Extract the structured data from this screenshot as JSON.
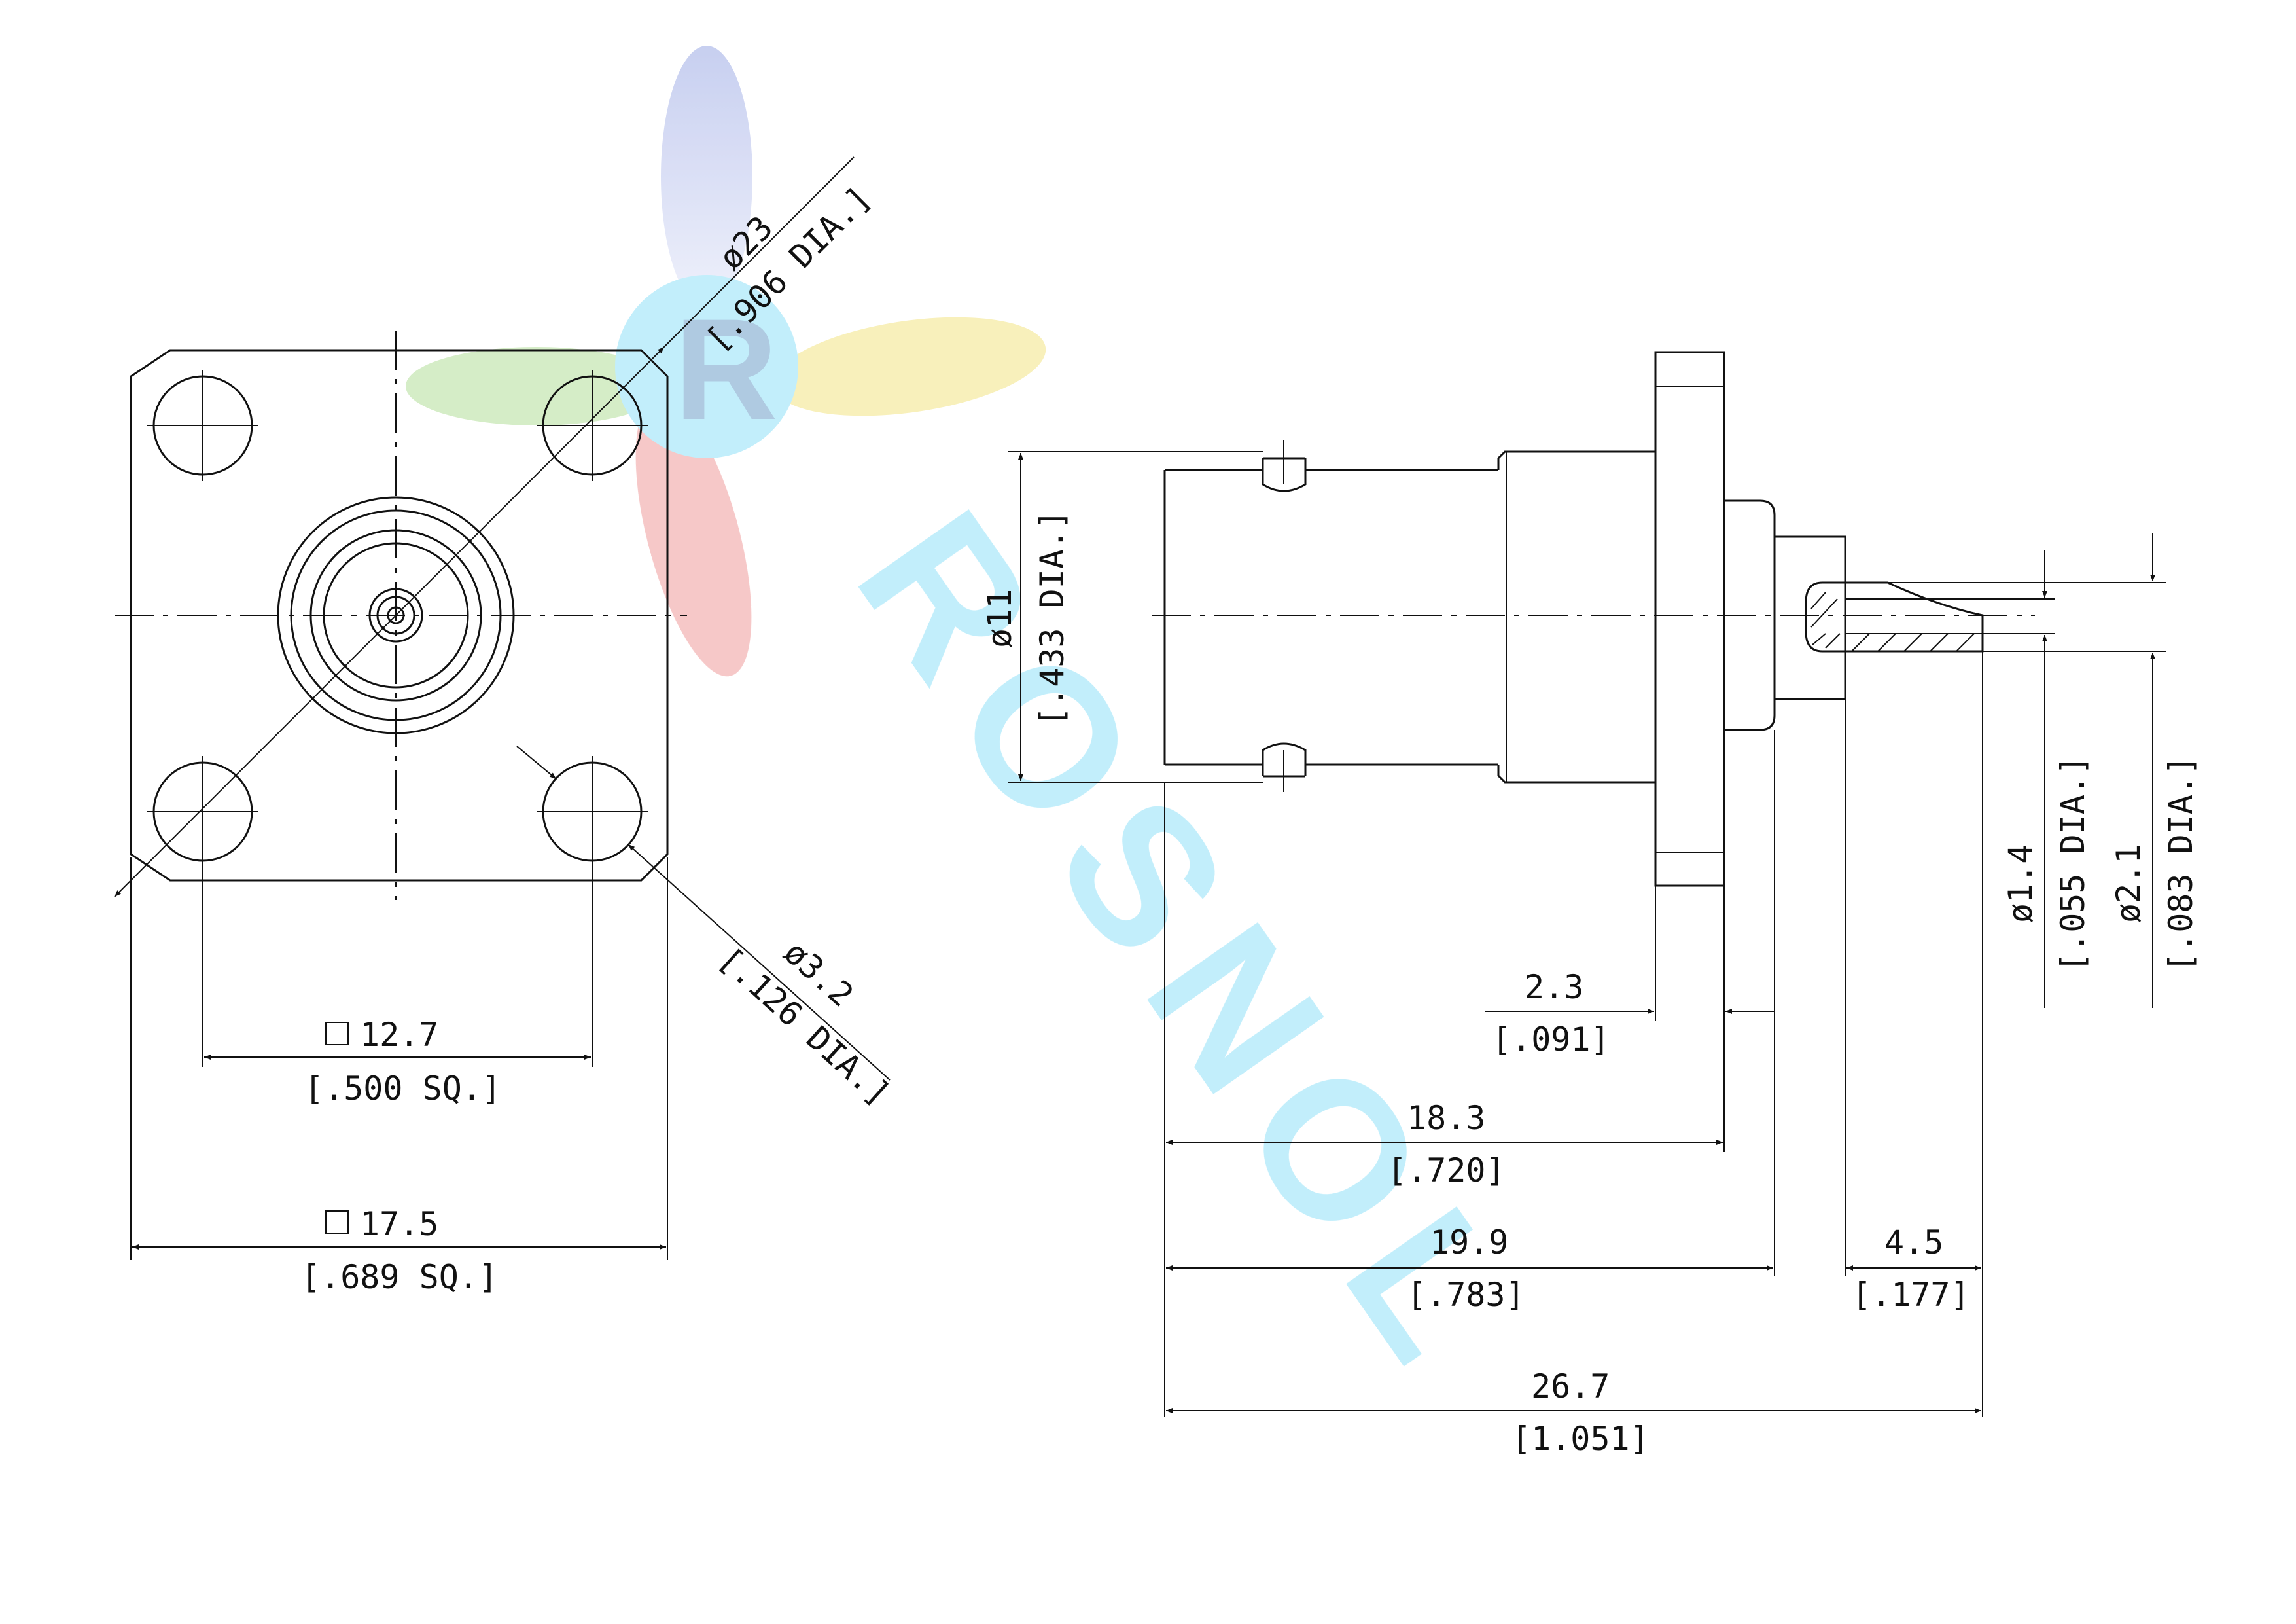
{
  "watermark": {
    "text": "ROSNOL",
    "colors": {
      "cyan": "#bfeefb",
      "blue": "#c5cdf0",
      "red": "#f6c6c6",
      "yellow": "#f8f0b8",
      "green": "#d3ecc4"
    }
  },
  "front_view": {
    "flange_dia": {
      "mm": "ø23",
      "inch": "[.906 DIA.]"
    },
    "hole_dia": {
      "mm": "ø3.2",
      "inch": "[.126 DIA.]"
    },
    "hole_spacing": {
      "mm": "12.7",
      "inch": "[.500 SQ.]"
    },
    "flange_size": {
      "mm": "17.5",
      "inch": "[.689 SQ.]"
    }
  },
  "side_view": {
    "body_dia": {
      "mm": "ø11",
      "inch": "[.433 DIA.]"
    },
    "flange_thickness": {
      "mm": "2.3",
      "inch": "[.091]"
    },
    "to_flange": {
      "mm": "18.3",
      "inch": "[.720]"
    },
    "to_rear": {
      "mm": "19.9",
      "inch": "[.783]"
    },
    "pin_length": {
      "mm": "4.5",
      "inch": "[.177]"
    },
    "overall": {
      "mm": "26.7",
      "inch": "[1.051]"
    },
    "pin_dia": {
      "mm": "ø1.4",
      "inch": "[.055 DIA.]"
    },
    "pin_cup_dia": {
      "mm": "ø2.1",
      "inch": "[.083 DIA.]"
    }
  }
}
